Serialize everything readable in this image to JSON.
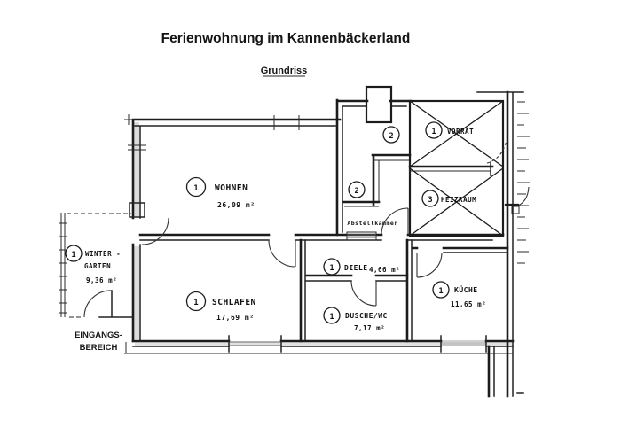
{
  "page": {
    "title": "Ferienwohnung im Kannenbäckerland",
    "subtitle": "Grundriss"
  },
  "rooms": {
    "wohnen": {
      "number": "1",
      "label": "WOHNEN",
      "area": "26,09 m²"
    },
    "schlafen": {
      "number": "1",
      "label": "SCHLAFEN",
      "area": "17,69 m²"
    },
    "diele": {
      "number": "1",
      "label": "DIELE",
      "area": "4,66 m²"
    },
    "dusche_wc": {
      "number": "1",
      "label": "DUSCHE/WC",
      "area": "7,17 m²"
    },
    "kueche": {
      "number": "1",
      "label": "KÜCHE",
      "area": "11,65 m²"
    },
    "wintergarten": {
      "number": "1",
      "label_line1": "WINTER -",
      "label_line2": "GARTEN",
      "area": "9,36 m²"
    },
    "vorrat": {
      "number": "1",
      "label": "VORRAT"
    },
    "heizraum": {
      "number": "3",
      "label": "HEIZRAUM"
    },
    "flur_upper": {
      "number": "2"
    },
    "flur_lower": {
      "number": "2"
    },
    "abstellkammer": {
      "label": "Abstellkammer"
    },
    "eingangsbereich": {
      "label_line1": "EINGANGS-",
      "label_line2": "BEREICH"
    }
  },
  "colors": {
    "ink": "#1c1c1c",
    "paper": "#ffffff"
  }
}
